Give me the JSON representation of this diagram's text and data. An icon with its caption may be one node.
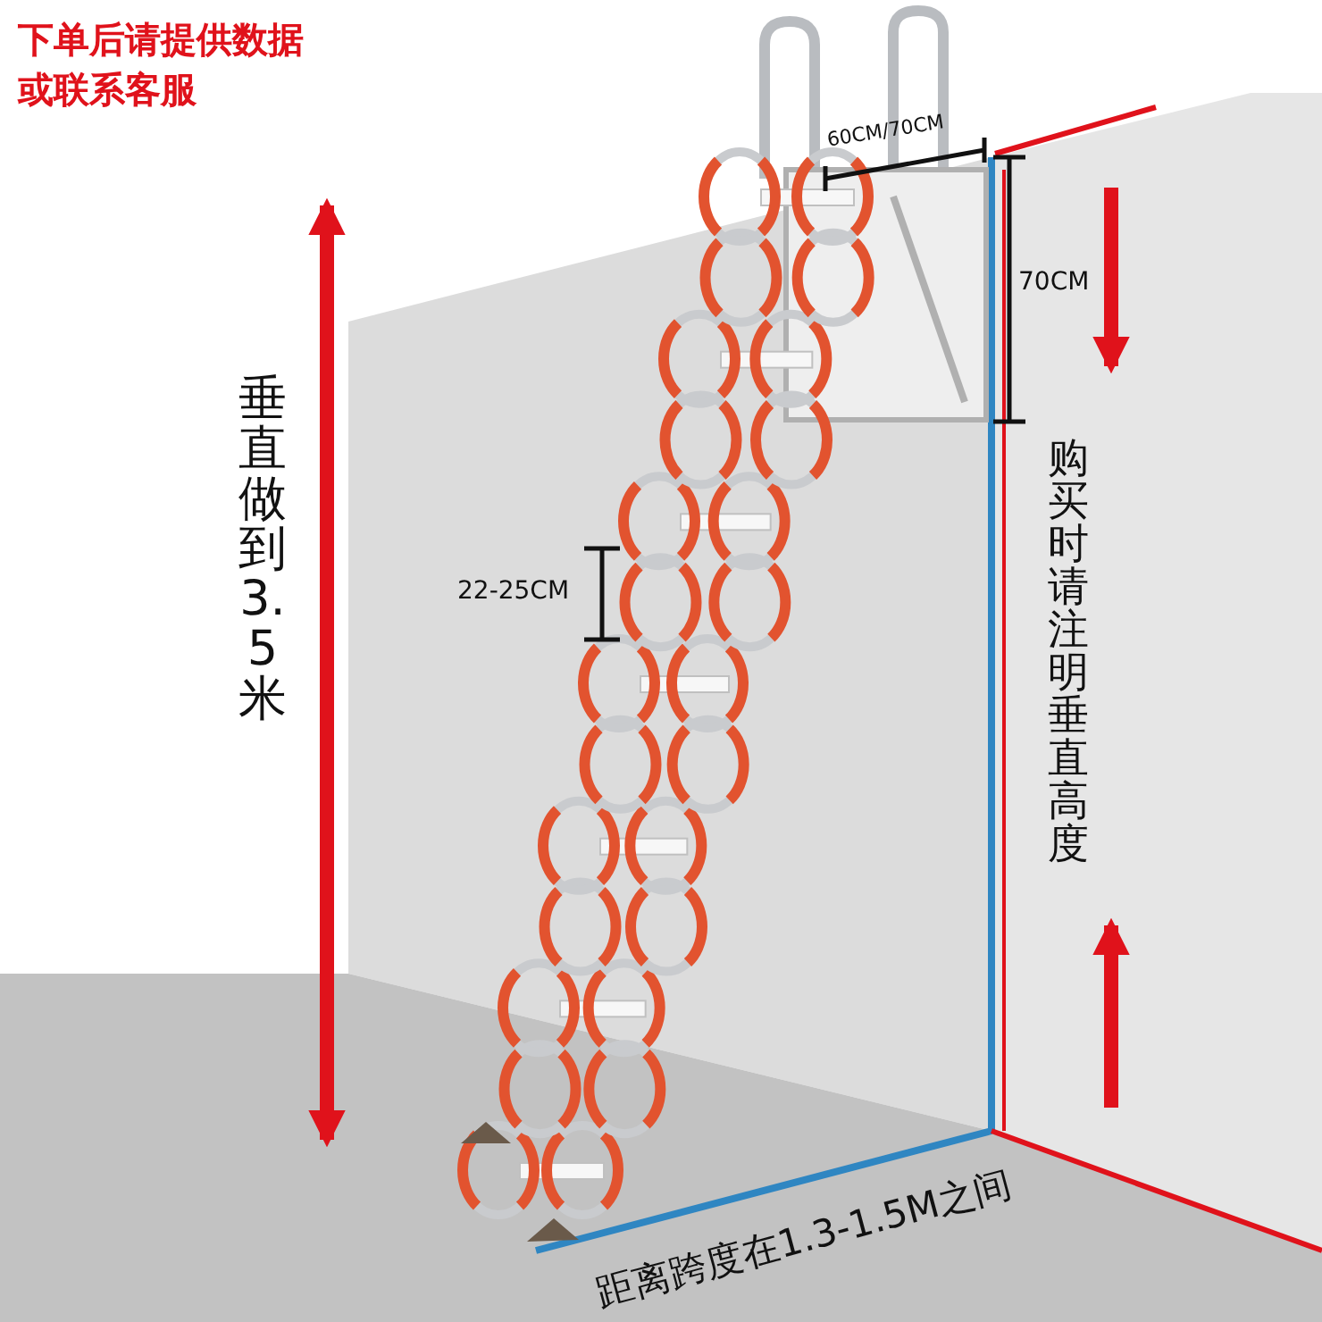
{
  "diagram": {
    "labels": [
      "下单后请提供数据或联系客服",
      "60CM/70CM",
      "70CM",
      "垂直做到3.5米",
      "22-25CM",
      "购买时请注明垂直高度",
      "距离跨度在1.3-1.5M之间"
    ]
  }
}
